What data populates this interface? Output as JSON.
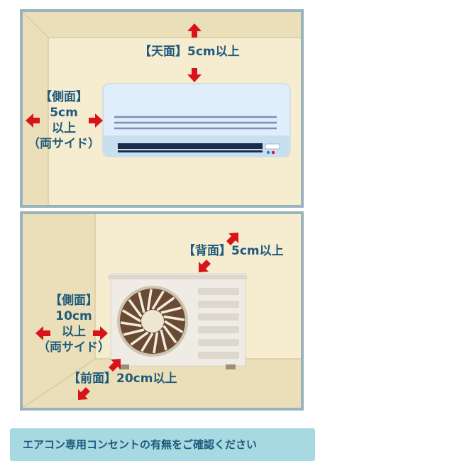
{
  "indoor": {
    "top_label": "【天面】5cm以上",
    "side_label_1": "【側面】",
    "side_label_2": "5cm",
    "side_label_3": "以上",
    "side_label_4": "（両サイド）"
  },
  "outdoor": {
    "back_label": "【背面】5cm以上",
    "side_label_1": "【側面】",
    "side_label_2": "10cm",
    "side_label_3": "以上",
    "side_label_4": "（両サイド）",
    "front_label": "【前面】20cm以上"
  },
  "notice": {
    "text": "エアコン専用コンセントの有無をご確認ください"
  },
  "colors": {
    "frame": "#9ab2bc",
    "wall": "#f6ecd0",
    "wall_shade": "#eadfb8",
    "text": "#1e5a7e",
    "arrow": "#d8141a",
    "unit_body": "#dfeefa",
    "notice_bg": "#a6d9e0"
  }
}
